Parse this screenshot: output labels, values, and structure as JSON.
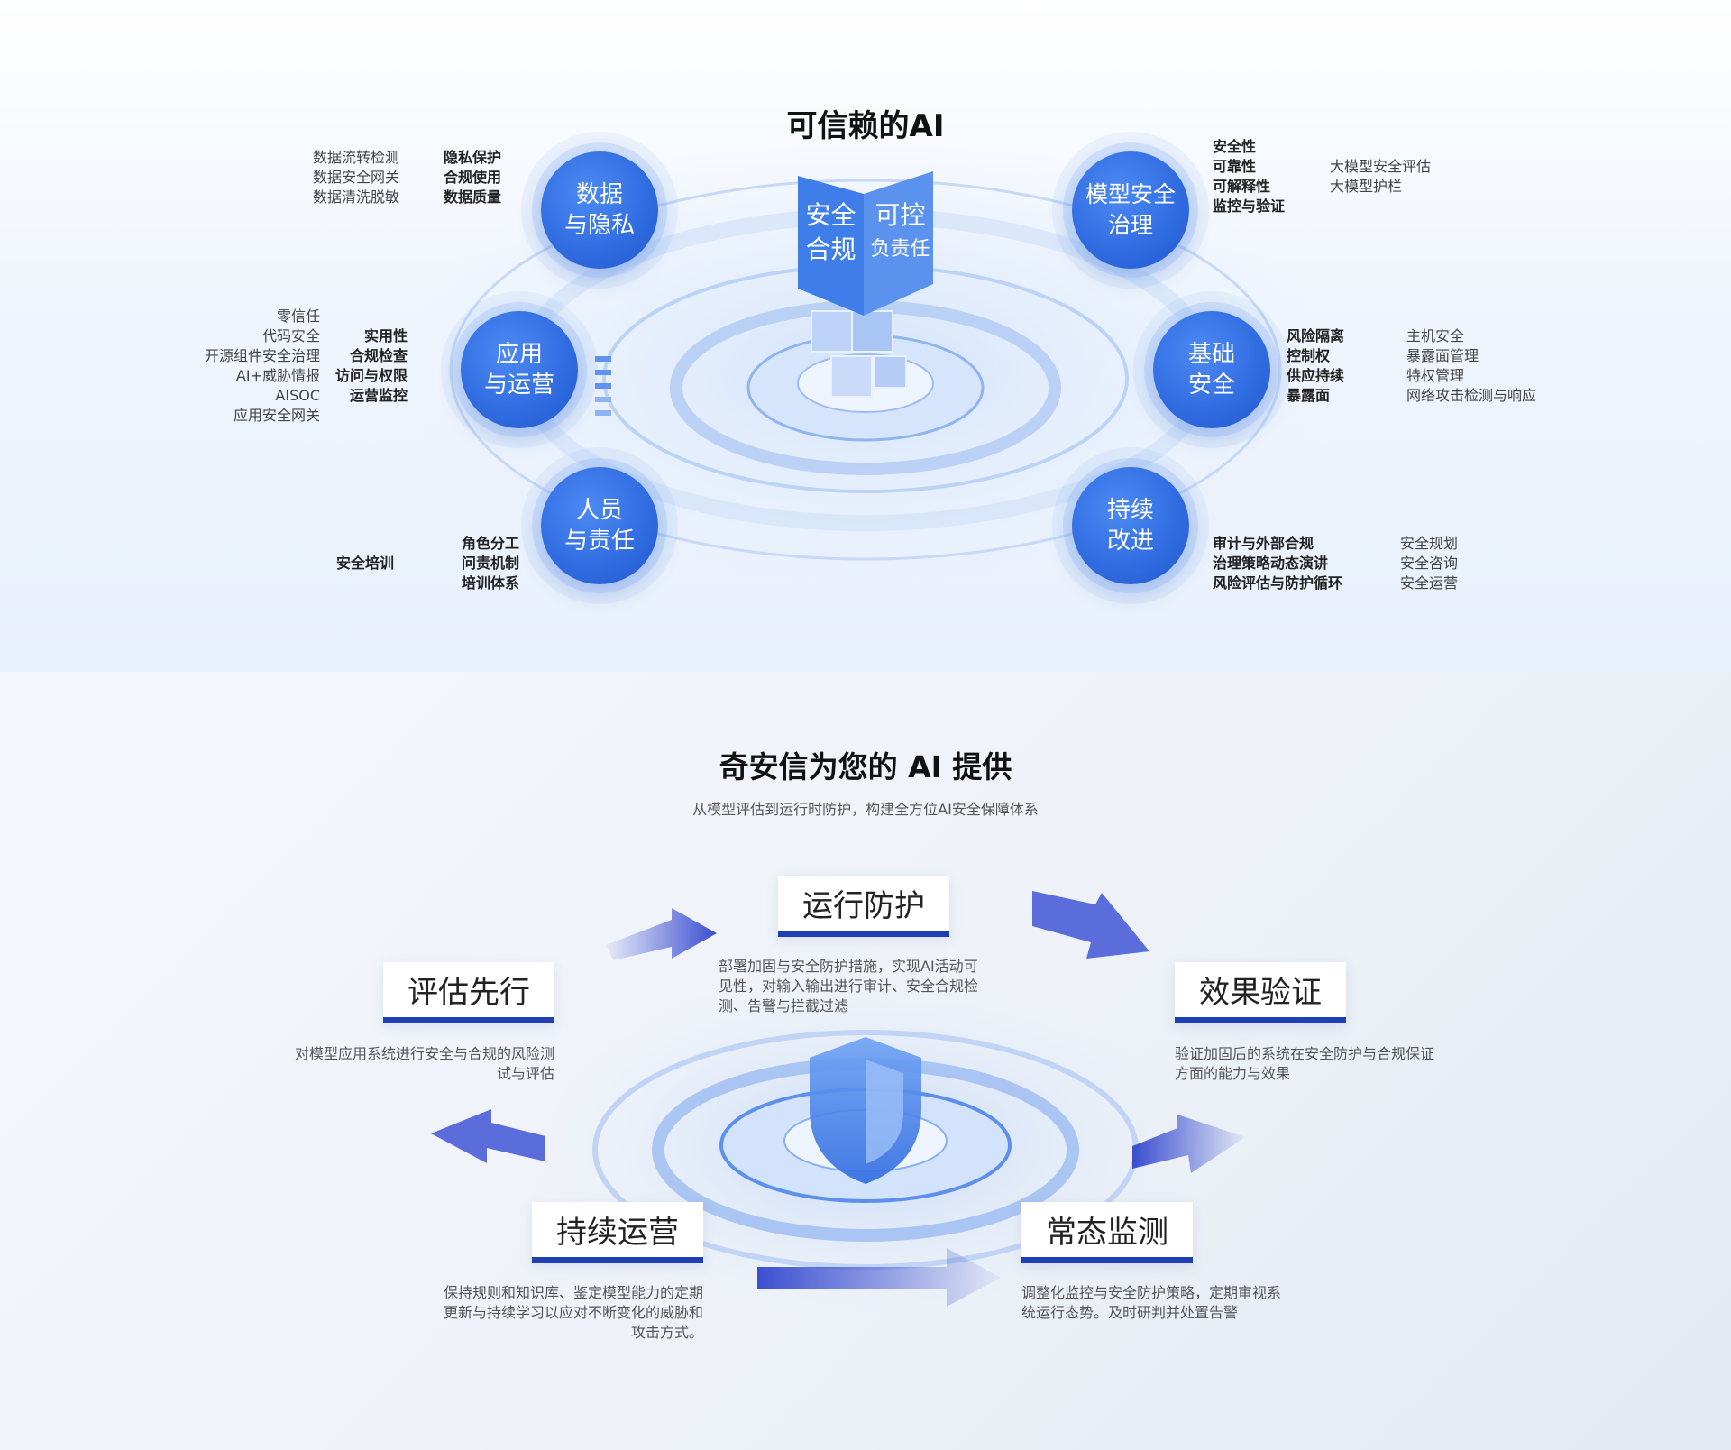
{
  "top": {
    "title": "可信赖的AI",
    "cube": {
      "face_left": [
        "安全",
        "合规"
      ],
      "face_right": [
        "可控",
        "负责任"
      ]
    },
    "nodes": [
      {
        "label": [
          "数据",
          "与隐私"
        ],
        "bold": [
          "隐私保护",
          "合规使用",
          "数据质量"
        ],
        "plain": [
          "数据流转检测",
          "数据安全网关",
          "数据清洗脱敏"
        ]
      },
      {
        "label": [
          "应用",
          "与运营"
        ],
        "bold": [
          "实用性",
          "合规检查",
          "访问与权限",
          "运营监控"
        ],
        "plain": [
          "零信任",
          "代码安全",
          "开源组件安全治理",
          "AI+威胁情报",
          "AISOC",
          "应用安全网关"
        ]
      },
      {
        "label": [
          "人员",
          "与责任"
        ],
        "bold": [
          "角色分工",
          "问责机制",
          "培训体系"
        ],
        "plain": [
          "安全培训"
        ]
      },
      {
        "label": [
          "模型安全",
          "治理"
        ],
        "bold": [
          "安全性",
          "可靠性",
          "可解释性",
          "监控与验证"
        ],
        "plain": [
          "大模型安全评估",
          "大模型护栏"
        ]
      },
      {
        "label": [
          "基础",
          "安全"
        ],
        "bold": [
          "风险隔离",
          "控制权",
          "供应持续",
          "暴露面"
        ],
        "plain": [
          "主机安全",
          "暴露面管理",
          "特权管理",
          "网络攻击检测与响应"
        ]
      },
      {
        "label": [
          "持续",
          "改进"
        ],
        "bold": [
          "审计与外部合规",
          "治理策略动态演讲",
          "风险评估与防护循环"
        ],
        "plain": [
          "安全规划",
          "安全咨询",
          "安全运营"
        ]
      }
    ]
  },
  "bottom": {
    "title": "奇安信为您的 AI 提供",
    "subtitle": "从模型评估到运行时防护，构建全方位AI安全保障体系",
    "stages": [
      {
        "label": "运行防护",
        "desc": [
          "部署加固与安全防护措施，实现AI活动可",
          "见性，对输入输出进行审计、安全合规检",
          "测、告警与拦截过滤"
        ]
      },
      {
        "label": "评估先行",
        "desc": [
          "对模型应用系统进行安全与合规的风险测",
          "试与评估"
        ]
      },
      {
        "label": "效果验证",
        "desc": [
          "验证加固后的系统在安全防护与合规保证",
          "方面的能力与效果"
        ]
      },
      {
        "label": "持续运营",
        "desc": [
          "保持规则和知识库、鉴定模型能力的定期",
          "更新与持续学习以应对不断变化的威胁和",
          "攻击方式。"
        ]
      },
      {
        "label": "常态监测",
        "desc": [
          "调整化监控与安全防护策略，定期审视系",
          "统运行态势。及时研判并处置告警"
        ]
      }
    ]
  },
  "colors": {
    "primary": "#2f6be0",
    "dark_blue": "#1f3fb5",
    "arrow": "#3b4fd0"
  }
}
